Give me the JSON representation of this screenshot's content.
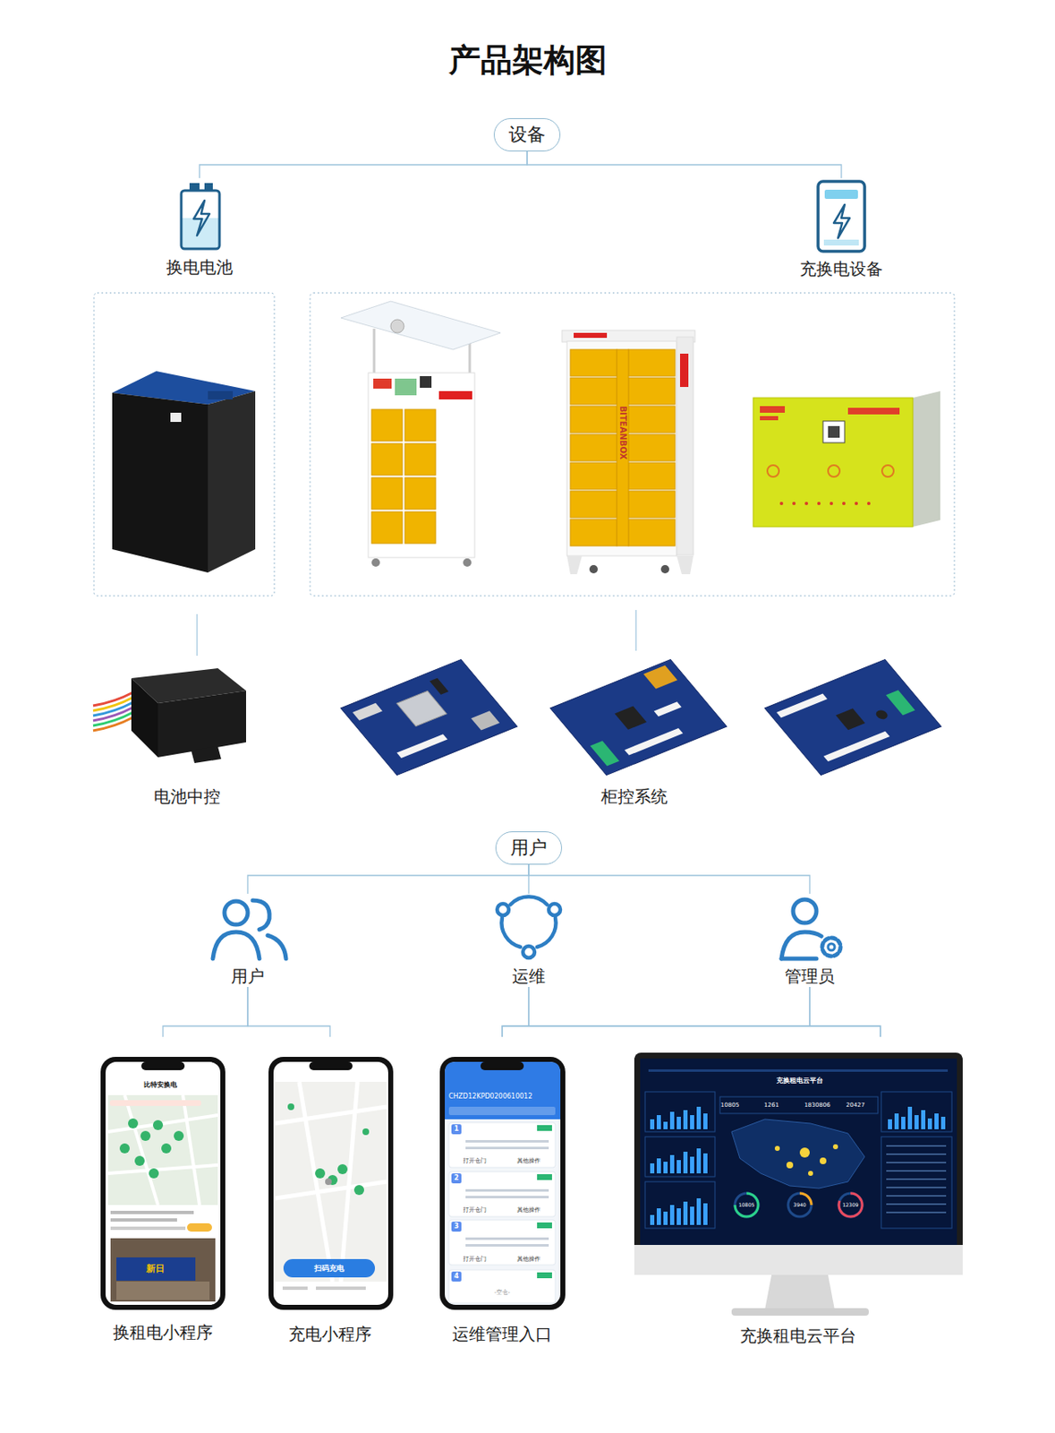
{
  "diagram": {
    "title": "产品架构图",
    "nodes": [
      {
        "text": [
          "设备"
        ]
      },
      {
        "text": [
          "换电电池"
        ]
      },
      {
        "text": [
          "充换电设备"
        ]
      },
      {
        "text": [
          "电池中控"
        ]
      },
      {
        "text": [
          "柜控系统"
        ]
      },
      {
        "text": [
          "用户"
        ]
      },
      {
        "text": [
          "用户"
        ]
      },
      {
        "text": [
          "运维"
        ]
      },
      {
        "text": [
          "管理员"
        ]
      },
      {
        "text": [
          "换租电小程序"
        ]
      },
      {
        "text": [
          "充电小程序"
        ]
      },
      {
        "text": [
          "运维管理入口"
        ]
      },
      {
        "text": [
          "充换租电云平台"
        ]
      }
    ],
    "edges": [
      {
        "from": 0,
        "to": 1,
        "arrow": "none"
      },
      {
        "from": 0,
        "to": 2,
        "arrow": "none"
      },
      {
        "from": 5,
        "to": 6,
        "arrow": "none"
      },
      {
        "from": 5,
        "to": 7,
        "arrow": "none"
      },
      {
        "from": 5,
        "to": 8,
        "arrow": "none"
      },
      {
        "from": 6,
        "to": 9,
        "arrow": "none"
      },
      {
        "from": 6,
        "to": 10,
        "arrow": "none"
      },
      {
        "from": 7,
        "to": 11,
        "arrow": "none"
      },
      {
        "from": 7,
        "to": 12,
        "arrow": "none"
      },
      {
        "from": 8,
        "to": 11,
        "arrow": "none"
      },
      {
        "from": 8,
        "to": 12,
        "arrow": "none"
      }
    ],
    "labels": [
      "BITEANBOX",
      "比特安换电",
      "新日",
      "扫码充电",
      "CHZD12KPD0200610012",
      "1",
      "打开仓门",
      "其他操作",
      "2",
      "打开仓门",
      "其他操作",
      "3",
      "打开仓门",
      "其他操作",
      "4",
      "-空仓-",
      "充换租电云平台",
      "10805",
      "1261",
      "1830806",
      "20427",
      "10805",
      "3940",
      "12309"
    ]
  }
}
